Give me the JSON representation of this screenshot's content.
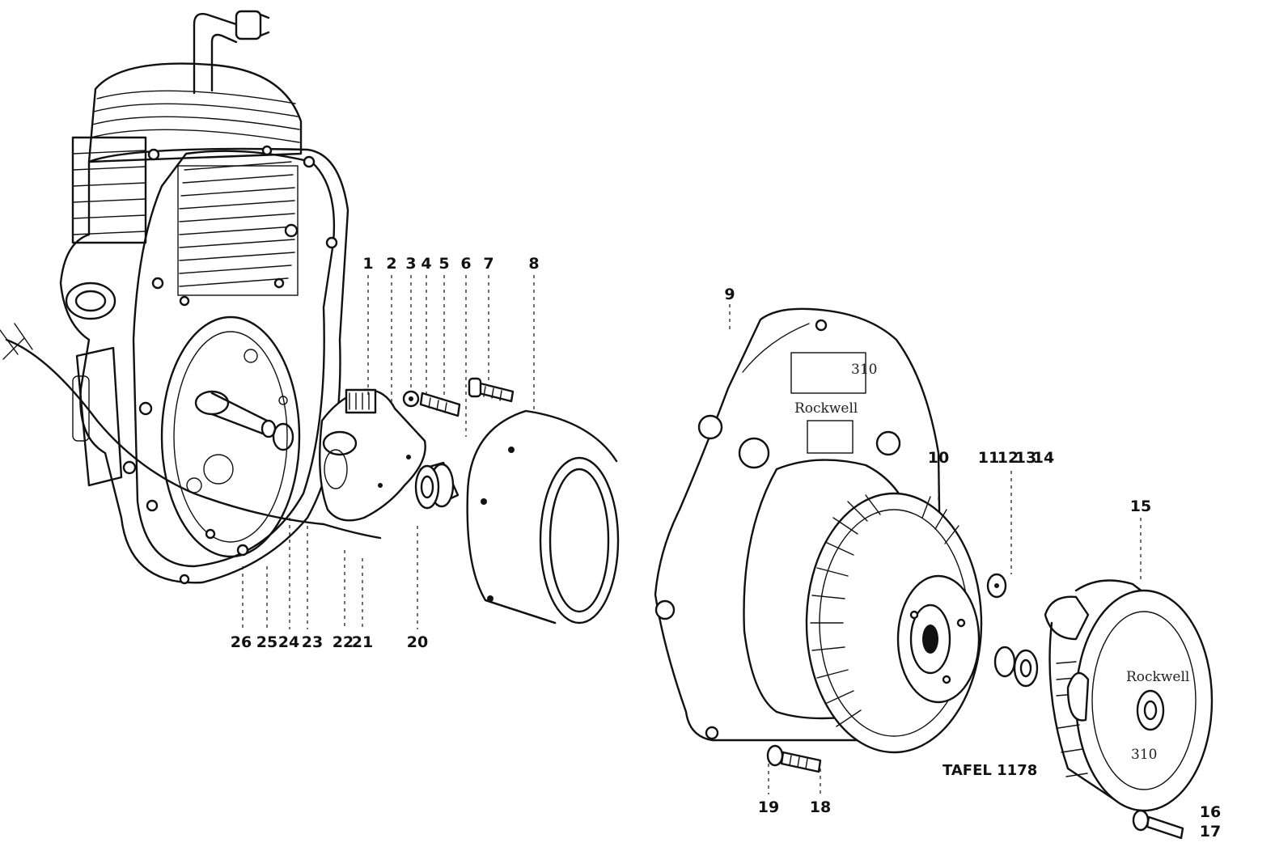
{
  "plate_label": "TAFEL 1178",
  "callouts": [
    {
      "id": "c1",
      "text": "1"
    },
    {
      "id": "c2",
      "text": "2"
    },
    {
      "id": "c3",
      "text": "3"
    },
    {
      "id": "c4",
      "text": "4"
    },
    {
      "id": "c5",
      "text": "5"
    },
    {
      "id": "c6",
      "text": "6"
    },
    {
      "id": "c7",
      "text": "7"
    },
    {
      "id": "c8",
      "text": "8"
    },
    {
      "id": "c9",
      "text": "9"
    },
    {
      "id": "c10",
      "text": "10"
    },
    {
      "id": "c11",
      "text": "11"
    },
    {
      "id": "c12",
      "text": "12"
    },
    {
      "id": "c13",
      "text": "13"
    },
    {
      "id": "c14",
      "text": "14"
    },
    {
      "id": "c15",
      "text": "15"
    },
    {
      "id": "c16",
      "text": "16"
    },
    {
      "id": "c17",
      "text": "17"
    },
    {
      "id": "c18",
      "text": "18"
    },
    {
      "id": "c19",
      "text": "19"
    },
    {
      "id": "c20",
      "text": "20"
    },
    {
      "id": "c21",
      "text": "21"
    },
    {
      "id": "c22",
      "text": "22"
    },
    {
      "id": "c23",
      "text": "23"
    },
    {
      "id": "c24",
      "text": "24"
    },
    {
      "id": "c25",
      "text": "25"
    },
    {
      "id": "c26",
      "text": "26"
    }
  ],
  "castings": {
    "housing_model": "310",
    "housing_brand": "Rockwell",
    "starter_model": "310",
    "starter_brand": "Rockwell"
  }
}
